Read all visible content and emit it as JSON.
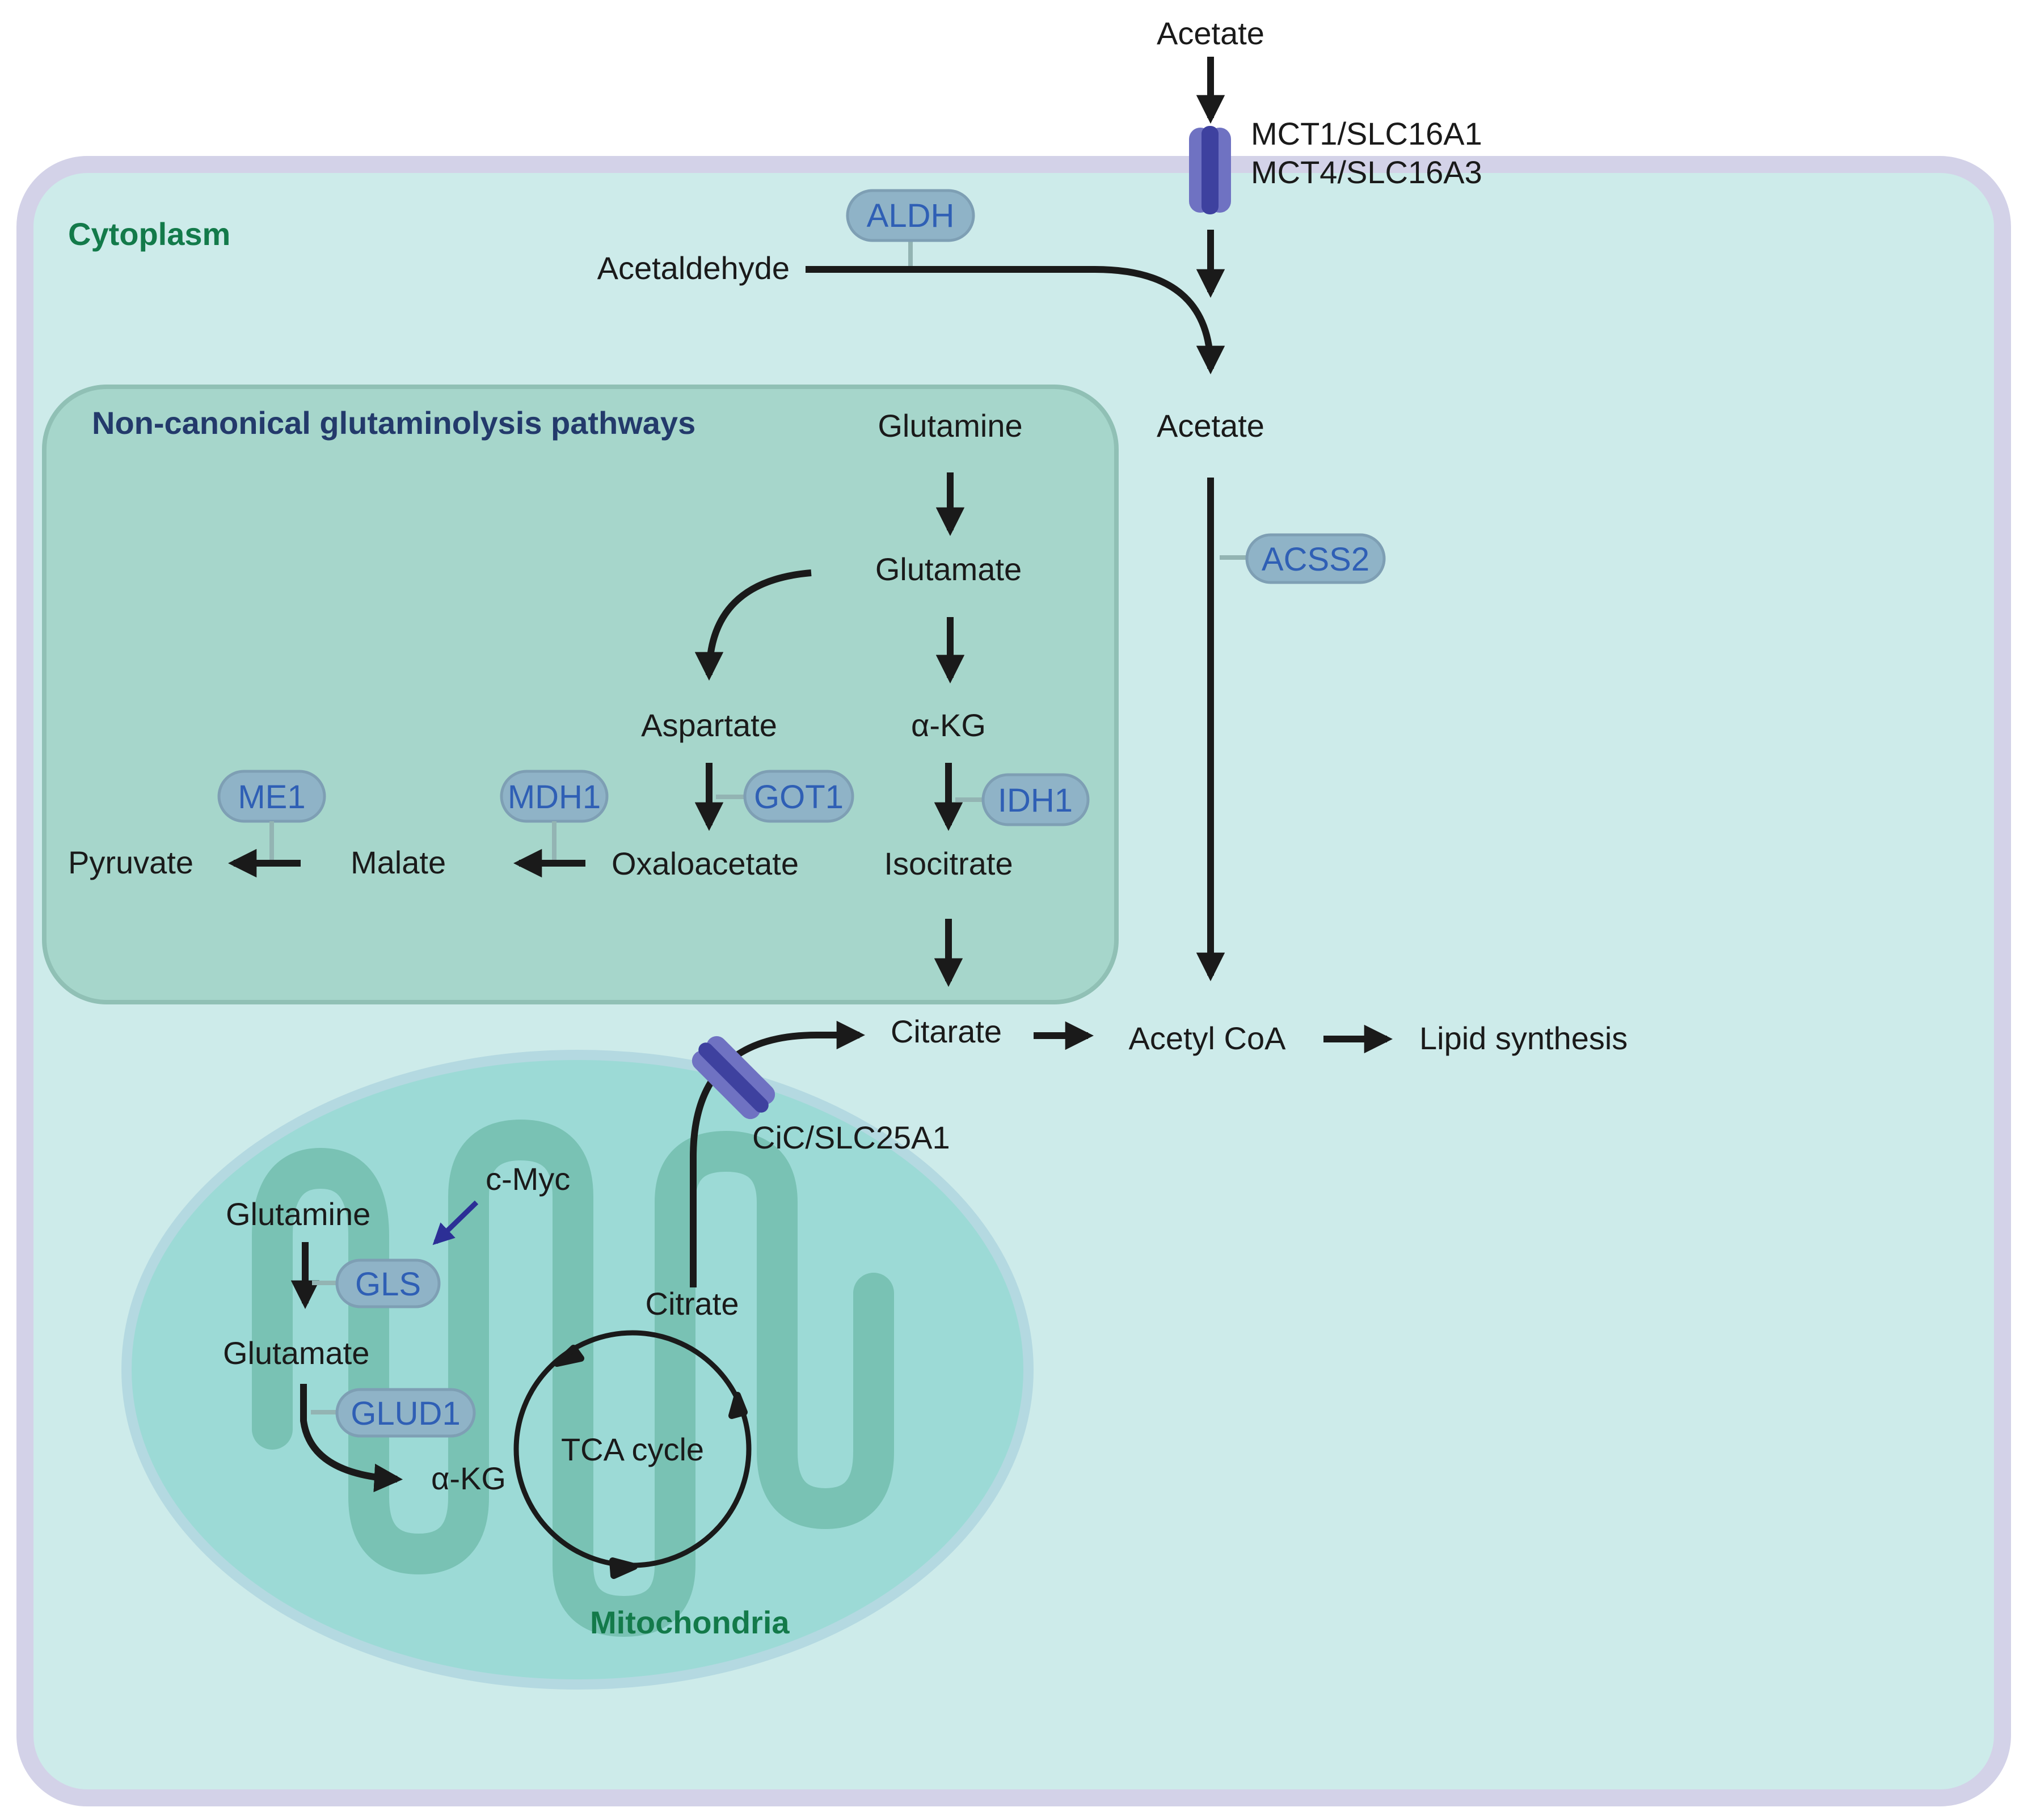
{
  "colors": {
    "cell_membrane": "#d3d2e8",
    "cytoplasm": "#cdebea",
    "pathway_box": "#a6d6cb",
    "pathway_box_border": "#90c0b5",
    "mitochondria": "#9cdad6",
    "mitochondria_membrane": "#b4d9e1",
    "cristae": "#79c2b4",
    "enzyme_fill": "#8fb3c7",
    "enzyme_border": "#7e9fb4",
    "enzyme_text": "#2f5fb5",
    "transporter": "#5f62b5",
    "arrow": "#1a1a1a",
    "cmyc_arrow": "#2c2f96",
    "compartment_label": "#137a4a",
    "pathway_title": "#233a6b"
  },
  "compartments": {
    "cytoplasm": "Cytoplasm",
    "mitochondria": "Mitochondria",
    "pathway_box_title": "Non-canonical glutaminolysis pathways"
  },
  "transporters": {
    "mct_line1": "MCT1/SLC16A1",
    "mct_line2": "MCT4/SLC16A3",
    "cic": "CiC/SLC25A1"
  },
  "metabolites": {
    "acetate_outside": "Acetate",
    "acetaldehyde": "Acetaldehyde",
    "acetate_cytosol": "Acetate",
    "glutamine_cyto": "Glutamine",
    "glutamate_cyto": "Glutamate",
    "aspartate": "Aspartate",
    "akg_cyto": "α-KG",
    "pyruvate": "Pyruvate",
    "malate": "Malate",
    "oxaloacetate": "Oxaloacetate",
    "isocitrate": "Isocitrate",
    "citarate": "Citarate",
    "acetyl_coa": "Acetyl CoA",
    "lipid_synthesis": "Lipid synthesis",
    "cmyc": "c-Myc",
    "glutamine_mito": "Glutamine",
    "glutamate_mito": "Glutamate",
    "akg_mito": "α-KG",
    "citrate_mito": "Citrate",
    "tca_cycle": "TCA cycle"
  },
  "enzymes": {
    "aldh": "ALDH",
    "acss2": "ACSS2",
    "me1": "ME1",
    "mdh1": "MDH1",
    "got1": "GOT1",
    "idh1": "IDH1",
    "gls": "GLS",
    "glud1": "GLUD1"
  }
}
